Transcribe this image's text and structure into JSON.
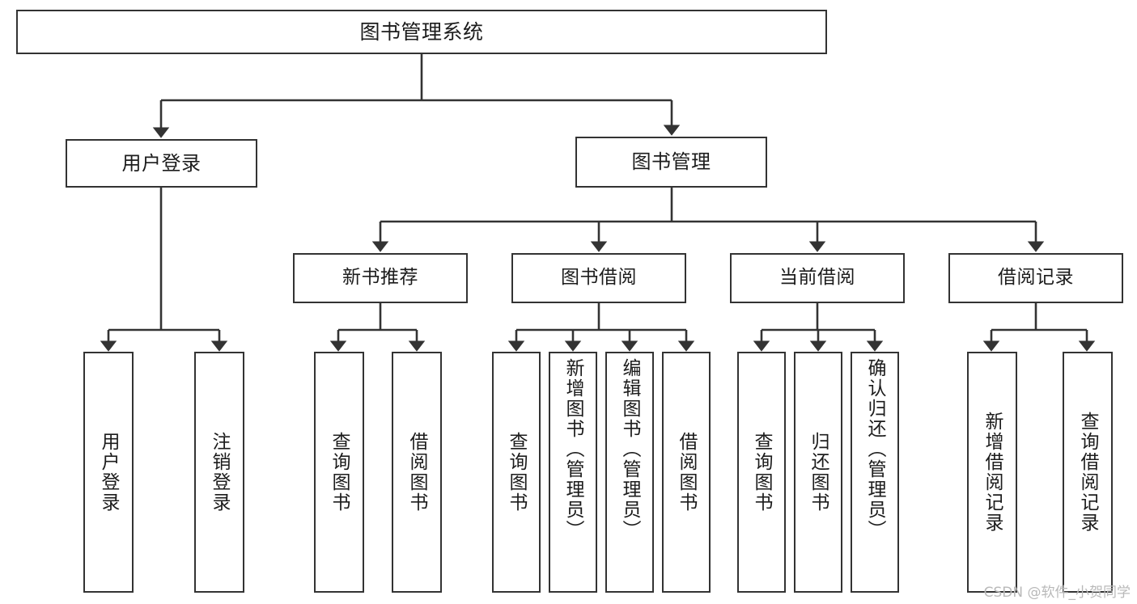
{
  "diagram": {
    "title": "图书管理系统",
    "type": "hierarchy-tree",
    "watermark": "CSDN @软件_小贺同学",
    "colors": {
      "box_border": "#333333",
      "box_fill": "#ffffff",
      "connector": "#333333",
      "text": "#1c1c1c",
      "watermark": "#b9b9b9"
    },
    "root": {
      "label": "图书管理系统"
    },
    "level1": [
      {
        "label": "用户登录"
      },
      {
        "label": "图书管理"
      }
    ],
    "level2": [
      {
        "label": "新书推荐"
      },
      {
        "label": "图书借阅"
      },
      {
        "label": "当前借阅"
      },
      {
        "label": "借阅记录"
      }
    ],
    "leaves": {
      "user_login": [
        {
          "label": "用户登录"
        },
        {
          "label": "注销登录"
        }
      ],
      "new_book_recommend": [
        {
          "label": "查询图书"
        },
        {
          "label": "借阅图书"
        }
      ],
      "book_borrow": [
        {
          "label": "查询图书"
        },
        {
          "label": "新增图书（管理员）"
        },
        {
          "label": "编辑图书（管理员）"
        },
        {
          "label": "借阅图书"
        }
      ],
      "current_borrow": [
        {
          "label": "查询图书"
        },
        {
          "label": "归还图书"
        },
        {
          "label": "确认归还（管理员）"
        }
      ],
      "borrow_record": [
        {
          "label": "新增借阅记录"
        },
        {
          "label": "查询借阅记录"
        }
      ]
    }
  }
}
